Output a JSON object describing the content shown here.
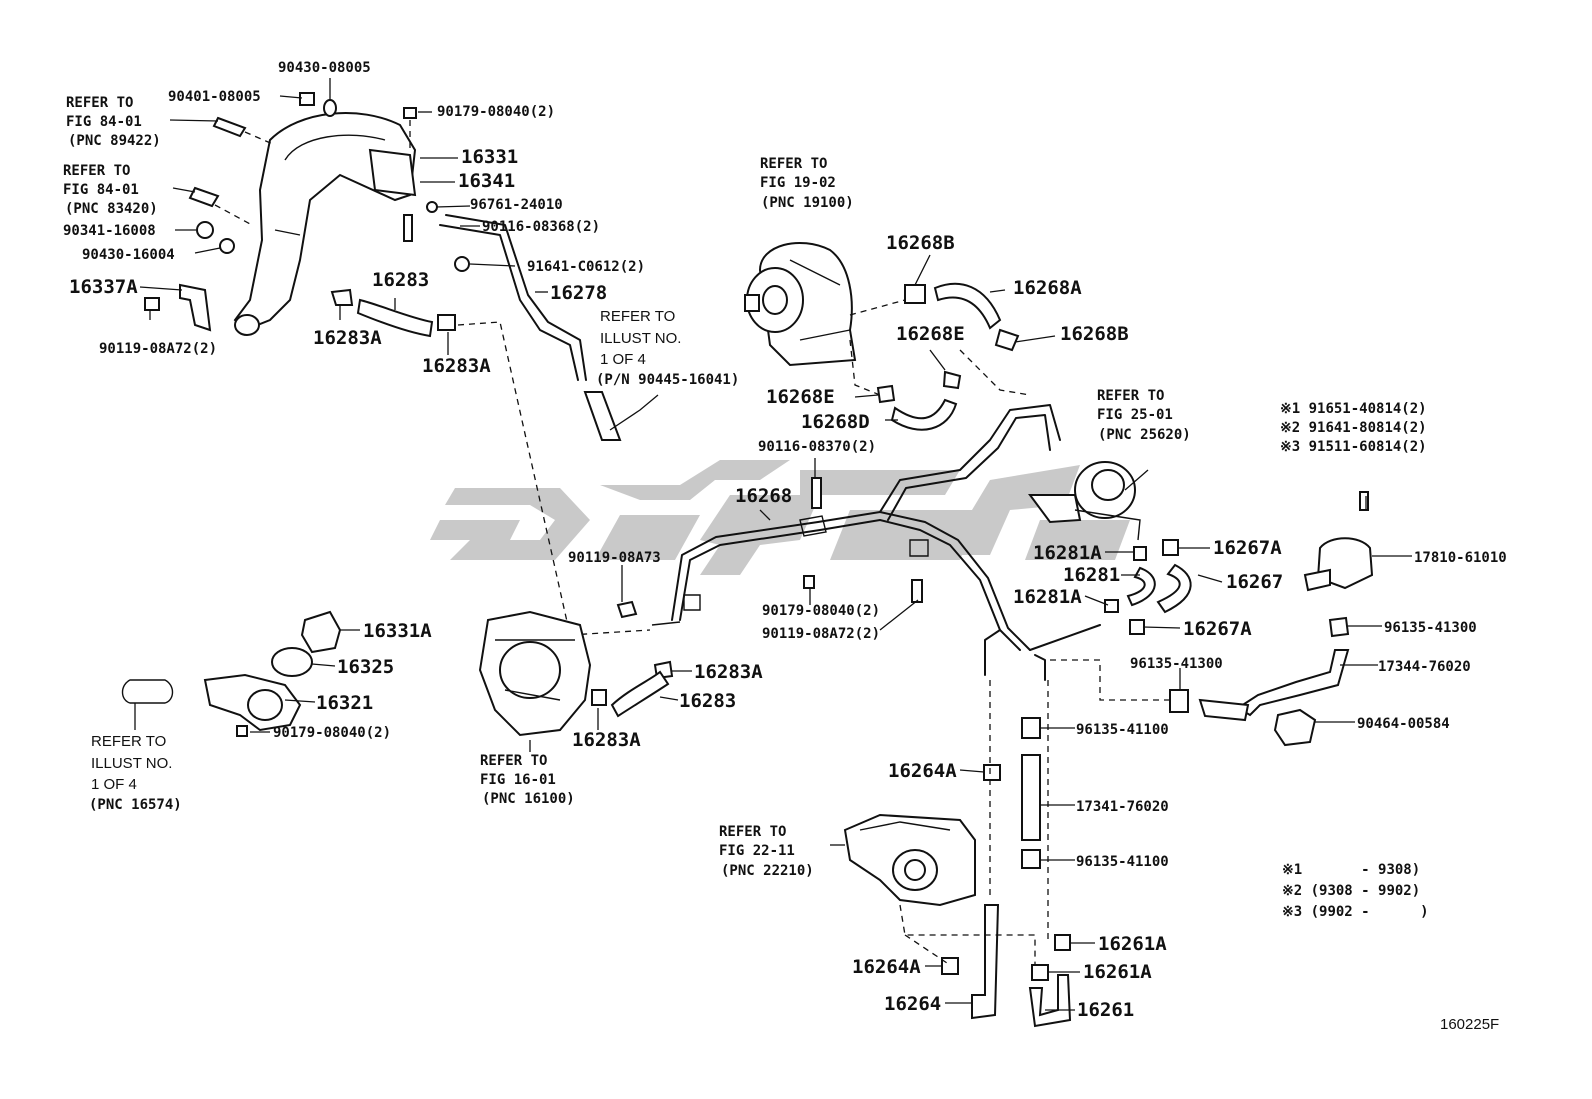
{
  "labels": {
    "p90430_08005": "90430-08005",
    "p90401_08005": "90401-08005",
    "p90179_08040_top": "90179-08040(2)",
    "p16331": "16331",
    "p16341": "16341",
    "p96761_24010": "96761-24010",
    "p90116_08368": "90116-08368(2)",
    "p91641_c0612": "91641-C0612(2)",
    "p16278": "16278",
    "p90341_16008": "90341-16008",
    "p90430_16004": "90430-16004",
    "p16337a": "16337A",
    "p90119_08a72_left": "90119-08A72(2)",
    "p16283_top": "16283",
    "p16283a_left": "16283A",
    "p16283a_mid": "16283A",
    "p16268b_top": "16268B",
    "p16268a": "16268A",
    "p16268e_top": "16268E",
    "p16268b_right": "16268B",
    "p16268e_left": "16268E",
    "p16268d": "16268D",
    "p90116_08370": "90116-08370(2)",
    "p16268": "16268",
    "p90119_08a73": "90119-08A73",
    "p90179_08040_mid": "90179-08040(2)",
    "p90119_08a72_mid": "90119-08A72(2)",
    "p16281a_top": "16281A",
    "p16281": "16281",
    "p16281a_bot": "16281A",
    "p16267a_top": "16267A",
    "p16267": "16267",
    "p16267a_bot": "16267A",
    "p16331a": "16331A",
    "p16325": "16325",
    "p16321": "16321",
    "p90179_08040_low": "90179-08040(2)",
    "p16283a_low1": "16283A",
    "p16283_low": "16283",
    "p16283a_low2": "16283A",
    "p96135_41300_right": "96135-41300",
    "p96135_41300_mid": "96135-41300",
    "p17810_61010": "17810-61010",
    "p17344_76020": "17344-76020",
    "p90464_00584": "90464-00584",
    "p96135_41100_top": "96135-41100",
    "p16264a_top": "16264A",
    "p17341_76020": "17341-76020",
    "p96135_41100_bot": "96135-41100",
    "p16261a_top": "16261A",
    "p16261a_bot": "16261A",
    "p16264a_bot": "16264A",
    "p16264": "16264",
    "p16261": "16261",
    "note1": "※1 91651-40814(2)",
    "note2": "※2 91641-80814(2)",
    "note3": "※3 91511-60814(2)",
    "legend1": "※1       - 9308)",
    "legend2": "※2 (9308 - 9902)",
    "legend3": "※3 (9902 -      )",
    "diagram_code": "160225F"
  },
  "references": {
    "fig84_a": [
      "REFER TO",
      "FIG 84-01",
      "(PNC 89422)"
    ],
    "fig84_b": [
      "REFER TO",
      "FIG 84-01",
      "(PNC 83420)"
    ],
    "fig19": [
      "REFER TO",
      "FIG 19-02",
      "(PNC 19100)"
    ],
    "illust_top": [
      "REFER TO",
      "ILLUST NO.",
      "1 OF 4",
      "(P/N 90445-16041)"
    ],
    "fig25": [
      "REFER TO",
      "FIG 25-01",
      "(PNC 25620)"
    ],
    "illust_left": [
      "REFER TO",
      "ILLUST NO.",
      "1 OF 4",
      "(PNC 16574)"
    ],
    "fig16": [
      "REFER TO",
      "FIG 16-01",
      "(PNC 16100)"
    ],
    "fig22": [
      "REFER TO",
      "FIG 22-11",
      "(PNC 22210)"
    ]
  },
  "colors": {
    "line": "#111111",
    "watermark": "#c8c8c8"
  }
}
